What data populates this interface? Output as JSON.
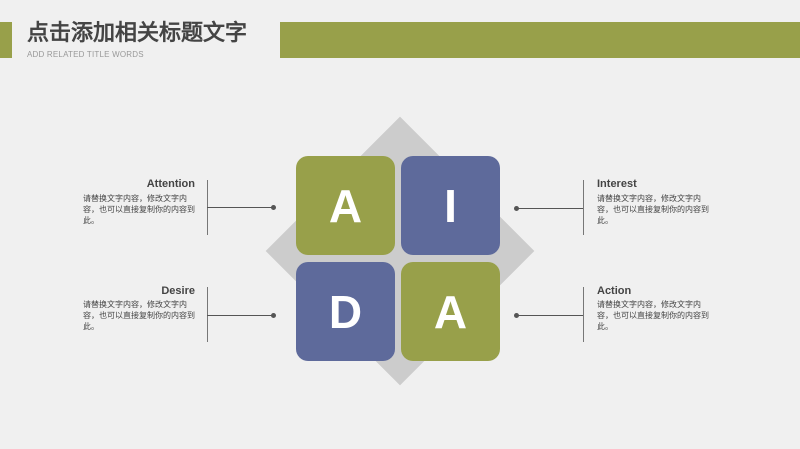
{
  "header": {
    "title": "点击添加相关标题文字",
    "subtitle": "ADD RELATED TITLE WORDS"
  },
  "tiles": [
    {
      "letter": "A"
    },
    {
      "letter": "I"
    },
    {
      "letter": "D"
    },
    {
      "letter": "A"
    }
  ],
  "blocks": {
    "attention": {
      "label": "Attention",
      "text": "请替换文字内容，修改文字内容，也可以直接复制你的内容到此。"
    },
    "interest": {
      "label": "Interest",
      "text": "请替换文字内容，修改文字内容，也可以直接复制你的内容到此。"
    },
    "desire": {
      "label": "Desire",
      "text": "请替换文字内容，修改文字内容，也可以直接复制你的内容到此。"
    },
    "action": {
      "label": "Action",
      "text": "请替换文字内容，修改文字内容，也可以直接复制你的内容到此。"
    }
  },
  "colors": {
    "accent_green": "#98a04a",
    "accent_blue": "#5e6a9b",
    "diamond_gray": "#cccccc",
    "background": "#f0f0f0"
  }
}
